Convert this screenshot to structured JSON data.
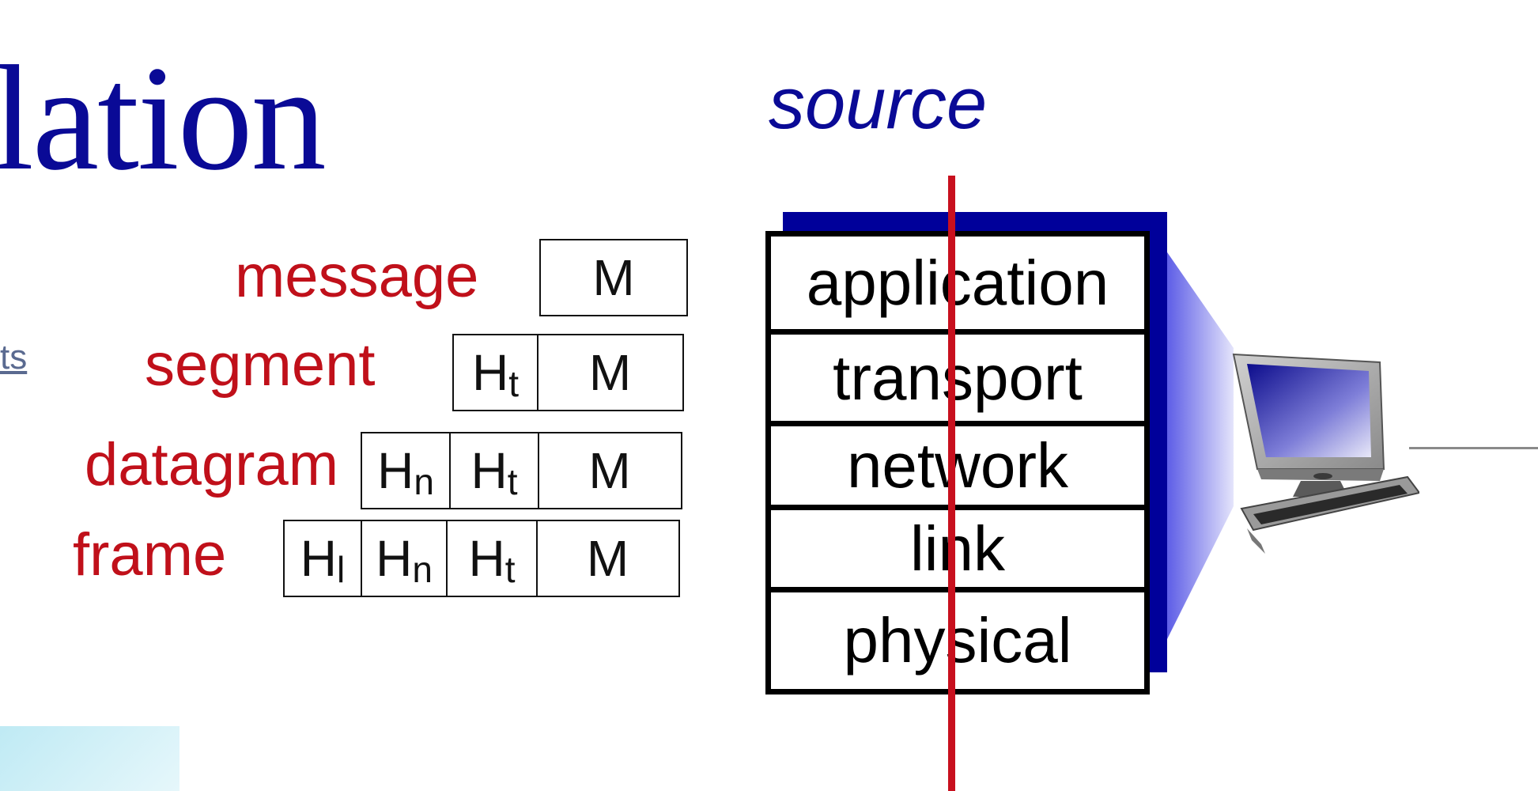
{
  "title": "lation",
  "source_label": "source",
  "side_link": "ts",
  "encapsulation": {
    "rows": [
      {
        "label": "message",
        "cells": [
          {
            "main": "M",
            "sub": ""
          }
        ]
      },
      {
        "label": "segment",
        "cells": [
          {
            "main": "H",
            "sub": "t"
          },
          {
            "main": "M",
            "sub": ""
          }
        ]
      },
      {
        "label": "datagram",
        "cells": [
          {
            "main": "H",
            "sub": "n"
          },
          {
            "main": "H",
            "sub": "t"
          },
          {
            "main": "M",
            "sub": ""
          }
        ]
      },
      {
        "label": "frame",
        "cells": [
          {
            "main": "H",
            "sub": "l"
          },
          {
            "main": "H",
            "sub": "n"
          },
          {
            "main": "H",
            "sub": "t"
          },
          {
            "main": "M",
            "sub": ""
          }
        ]
      }
    ]
  },
  "stack": {
    "layers": [
      "application",
      "transport",
      "network",
      "link",
      "physical"
    ]
  },
  "colors": {
    "title": "#0a0a96",
    "labels": "#c0101a",
    "stack_shadow": "#00009a",
    "path_line": "#c8101e"
  },
  "icons": [
    "desktop-computer-icon"
  ]
}
